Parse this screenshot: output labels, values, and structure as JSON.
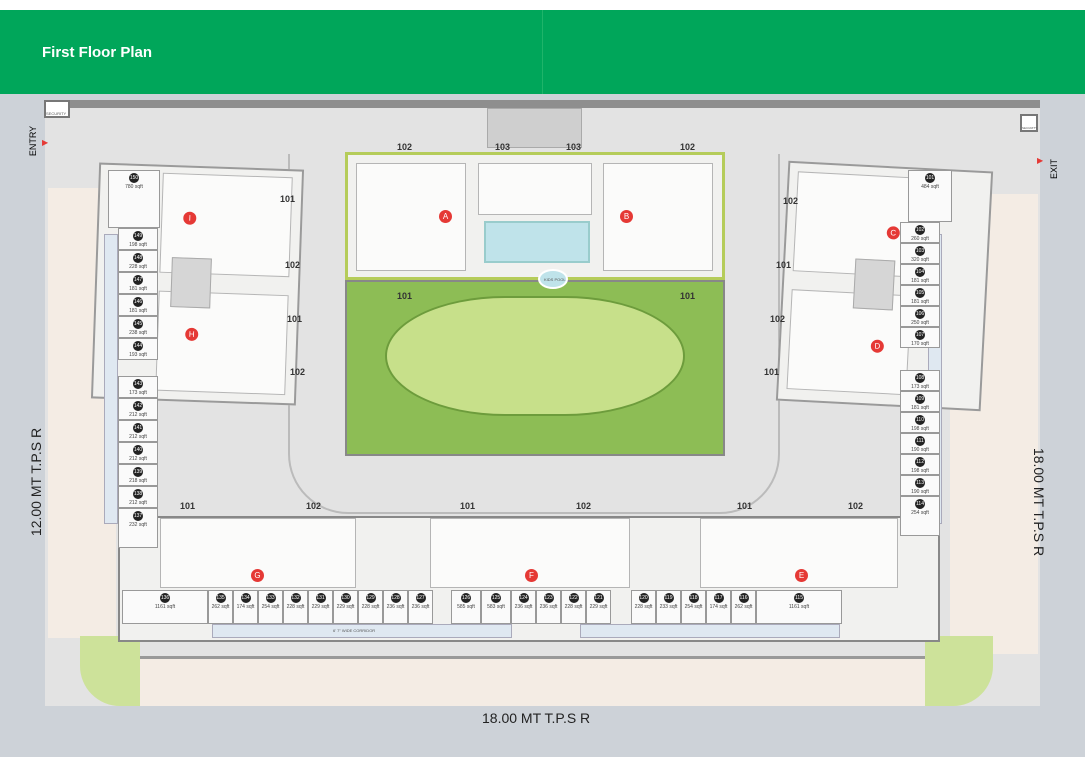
{
  "header": {
    "title": "First Floor Plan"
  },
  "roads": {
    "left": "12.00 MT T.P.S R",
    "right": "18.00 MT T.P.S R",
    "bottom": "18.00 MT T.P.S R"
  },
  "gates": {
    "entry": "ENTRY",
    "exit": "EXIT",
    "security": "SECURITY"
  },
  "amenities": {
    "kids_pool": "KIDS POOL",
    "corridor": "6' 7\" WIDE CORRIDOR"
  },
  "colors": {
    "header": "#00a65a",
    "garden": "#8dbd55",
    "tower_marker": "#e53935",
    "pool": "#bfe3ea"
  },
  "towers": [
    "A",
    "B",
    "C",
    "D",
    "E",
    "F",
    "G",
    "H",
    "I"
  ],
  "flats": {
    "f101": "101",
    "f102": "102",
    "f103": "103"
  },
  "shops": {
    "left": [
      [
        "150",
        "780 sqft"
      ],
      [
        "149",
        "198 sqft"
      ],
      [
        "148",
        "228 sqft"
      ],
      [
        "147",
        "181 sqft"
      ],
      [
        "146",
        "181 sqft"
      ],
      [
        "145",
        "238 sqft"
      ],
      [
        "144",
        "193 sqft"
      ],
      [
        "143",
        "173 sqft"
      ],
      [
        "142",
        "212 sqft"
      ],
      [
        "141",
        "212 sqft"
      ],
      [
        "140",
        "212 sqft"
      ],
      [
        "139",
        "218 sqft"
      ],
      [
        "138",
        "212 sqft"
      ],
      [
        "137",
        "232 sqft"
      ]
    ],
    "right": [
      [
        "101",
        "484 sqft"
      ],
      [
        "102",
        "260 sqft"
      ],
      [
        "103",
        "320 sqft"
      ],
      [
        "104",
        "181 sqft"
      ],
      [
        "105",
        "181 sqft"
      ],
      [
        "106",
        "250 sqft"
      ],
      [
        "107",
        "170 sqft"
      ],
      [
        "108",
        "173 sqft"
      ],
      [
        "109",
        "181 sqft"
      ],
      [
        "110",
        "198 sqft"
      ],
      [
        "111",
        "190 sqft"
      ],
      [
        "112",
        "198 sqft"
      ],
      [
        "113",
        "190 sqft"
      ],
      [
        "114",
        "254 sqft"
      ]
    ],
    "bottom": [
      [
        "136",
        "1161 sqft"
      ],
      [
        "135",
        "262 sqft"
      ],
      [
        "134",
        "174 sqft"
      ],
      [
        "133",
        "254 sqft"
      ],
      [
        "132",
        "228 sqft"
      ],
      [
        "131",
        "229 sqft"
      ],
      [
        "130",
        "229 sqft"
      ],
      [
        "129",
        "228 sqft"
      ],
      [
        "128",
        "236 sqft"
      ],
      [
        "127",
        "236 sqft"
      ],
      [
        "126",
        "585 sqft"
      ],
      [
        "125",
        "583 sqft"
      ],
      [
        "124",
        "236 sqft"
      ],
      [
        "123",
        "236 sqft"
      ],
      [
        "122",
        "228 sqft"
      ],
      [
        "121",
        "229 sqft"
      ],
      [
        "120",
        "228 sqft"
      ],
      [
        "119",
        "233 sqft"
      ],
      [
        "118",
        "254 sqft"
      ],
      [
        "117",
        "174 sqft"
      ],
      [
        "116",
        "262 sqft"
      ],
      [
        "115",
        "1161 sqft"
      ]
    ]
  }
}
